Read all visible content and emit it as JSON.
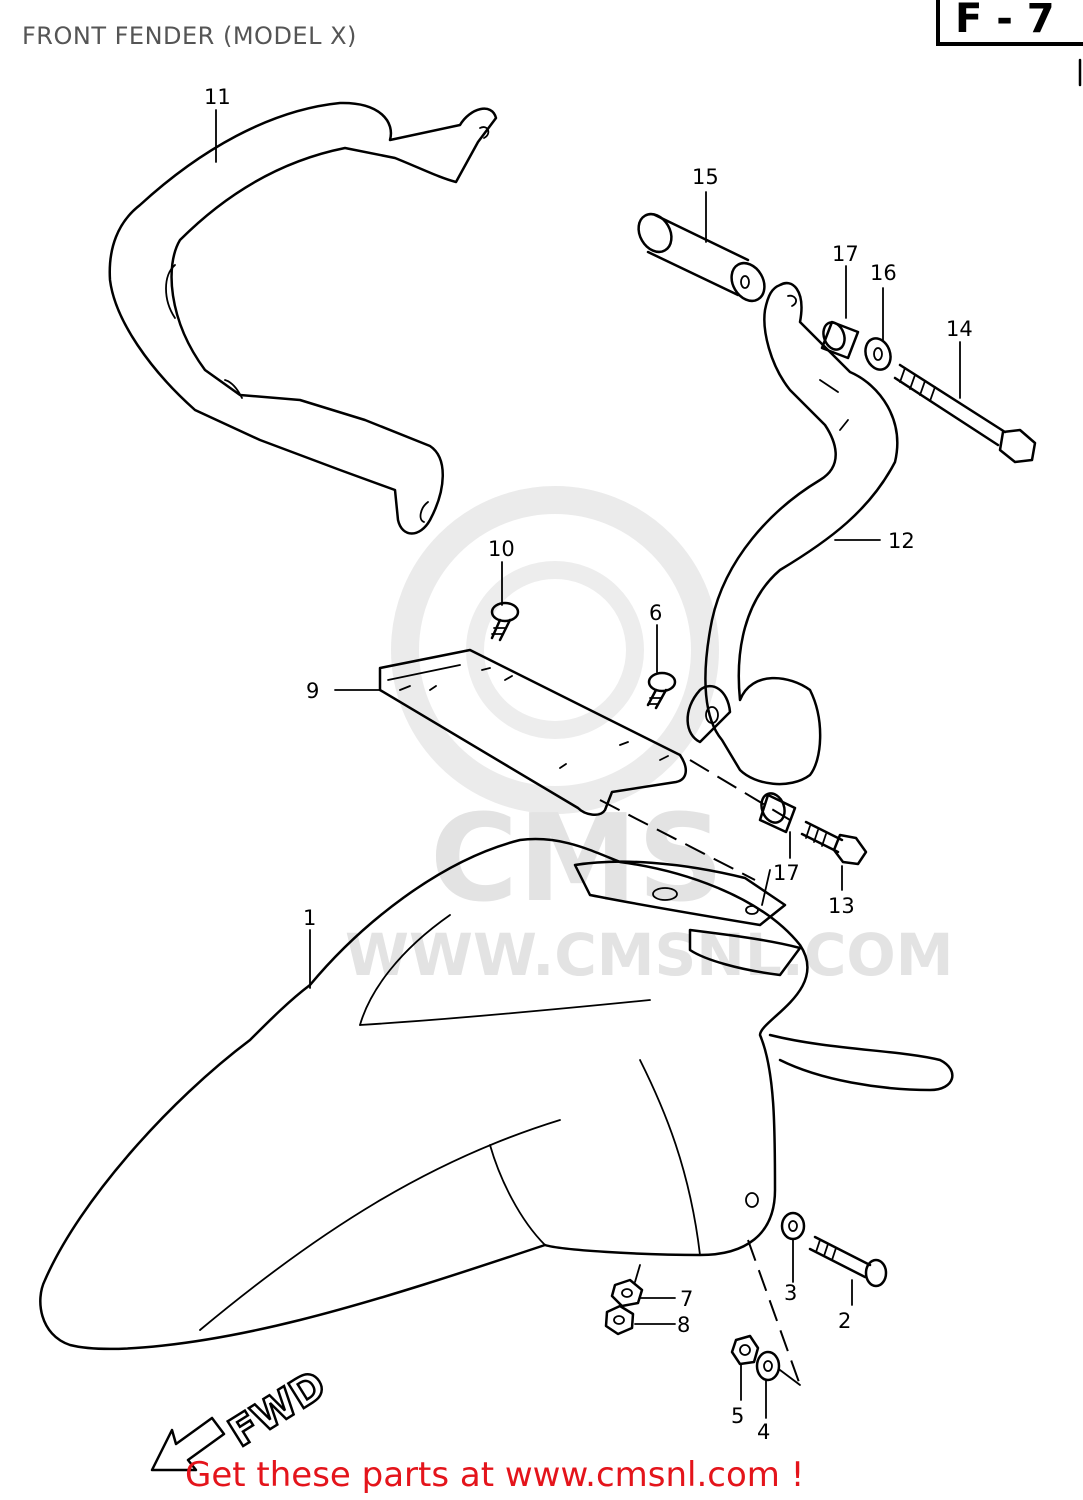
{
  "header": {
    "title": "FRONT FENDER (MODEL X)",
    "plate_code": "F - 7"
  },
  "watermark": {
    "url_text": "WWW.CMSNL.COM",
    "brand_text": "CMS"
  },
  "callouts": {
    "c1": "1",
    "c2": "2",
    "c3": "3",
    "c4": "4",
    "c5": "5",
    "c6": "6",
    "c7": "7",
    "c8": "8",
    "c9": "9",
    "c10": "10",
    "c11": "11",
    "c12": "12",
    "c13": "13",
    "c14": "14",
    "c15": "15",
    "c16": "16",
    "c17a": "17",
    "c17b": "17"
  },
  "direction": {
    "label": "FWD"
  },
  "footer": {
    "link_text": "Get these parts at www.cmsnl.com !",
    "link_color": "#e4141b"
  }
}
